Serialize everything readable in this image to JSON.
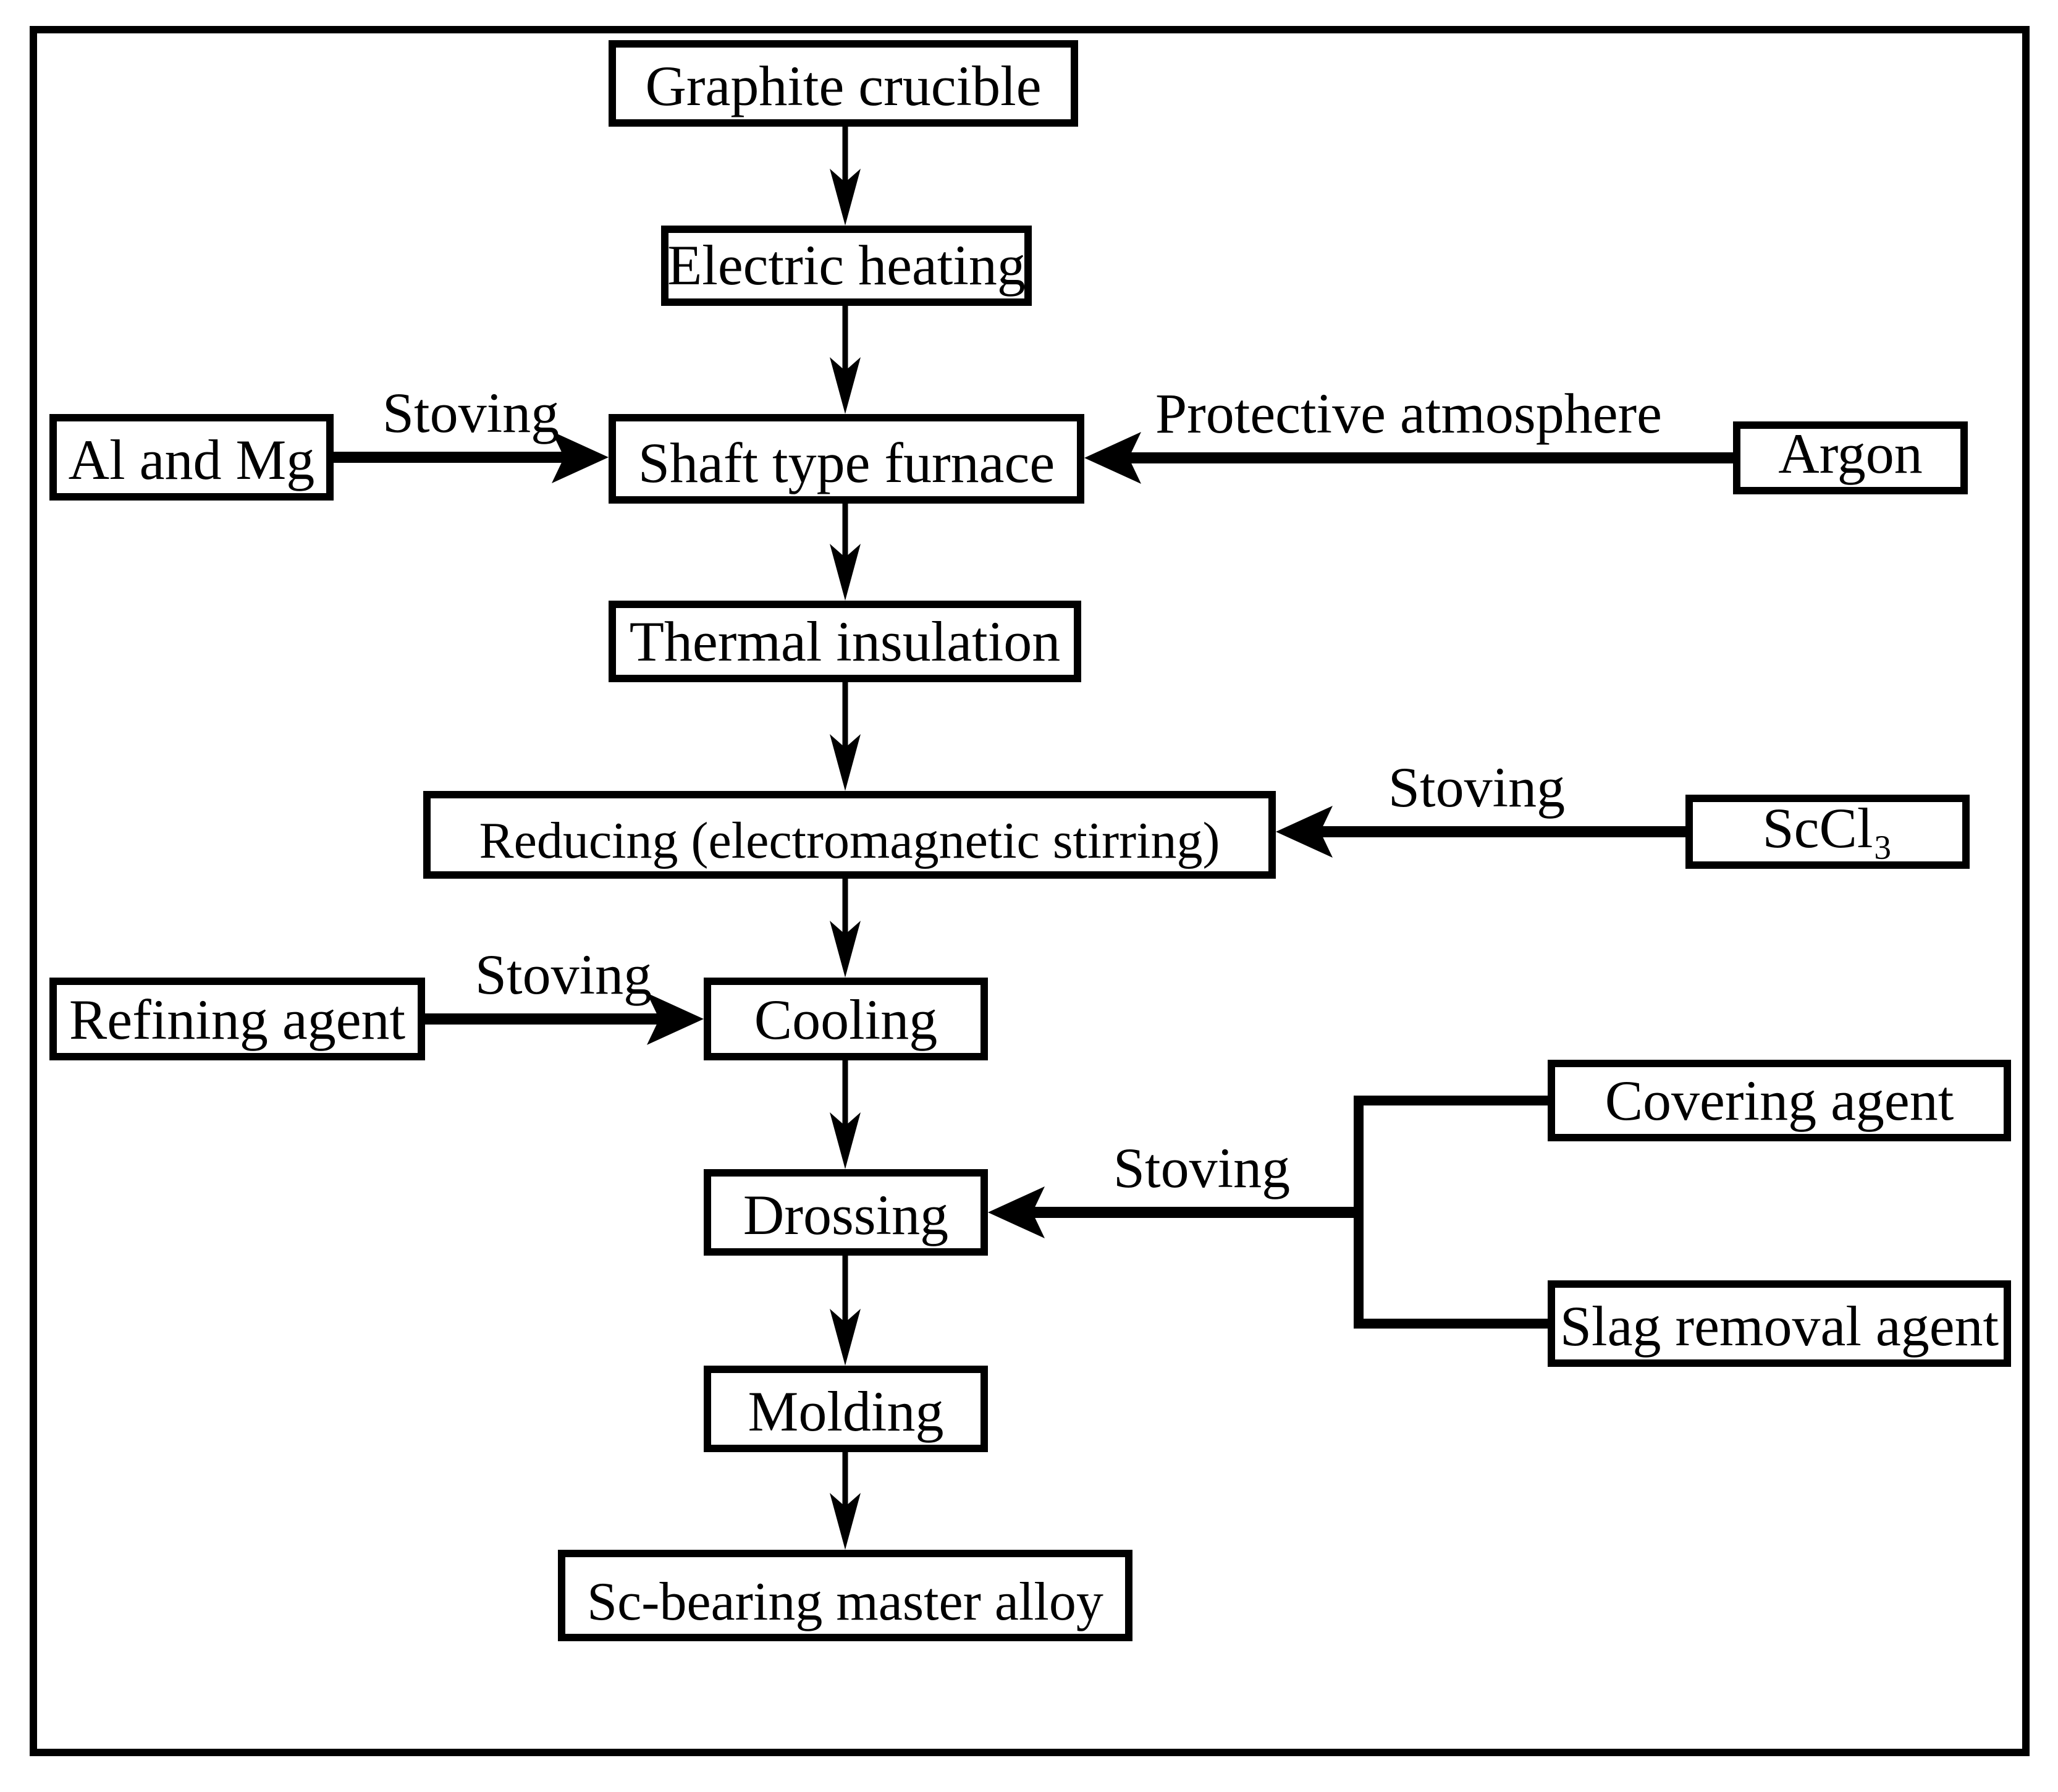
{
  "nodes": {
    "graphite_crucible": {
      "label": "Graphite crucible"
    },
    "electric_heating": {
      "label": "Electric heating"
    },
    "al_and_mg": {
      "label": "Al and Mg"
    },
    "shaft_type_furnace": {
      "label": "Shaft type furnace"
    },
    "argon": {
      "label": "Argon"
    },
    "thermal_insulation": {
      "label": "Thermal insulation"
    },
    "reducing": {
      "label": "Reducing (electromagnetic stirring)"
    },
    "sccl3": {
      "label": "ScCl₃"
    },
    "refining_agent": {
      "label": "Refining agent"
    },
    "cooling": {
      "label": "Cooling"
    },
    "drossing": {
      "label": "Drossing"
    },
    "covering_agent": {
      "label": "Covering agent"
    },
    "slag_removal_agent": {
      "label": "Slag removal agent"
    },
    "molding": {
      "label": "Molding"
    },
    "sc_bearing_master_alloy": {
      "label": "Sc-bearing master alloy"
    }
  },
  "edges": [
    {
      "from": "graphite_crucible",
      "to": "electric_heating",
      "label": ""
    },
    {
      "from": "electric_heating",
      "to": "shaft_type_furnace",
      "label": ""
    },
    {
      "from": "al_and_mg",
      "to": "shaft_type_furnace",
      "label": "Stoving"
    },
    {
      "from": "argon",
      "to": "shaft_type_furnace",
      "label": "Protective atmosphere"
    },
    {
      "from": "shaft_type_furnace",
      "to": "thermal_insulation",
      "label": ""
    },
    {
      "from": "thermal_insulation",
      "to": "reducing",
      "label": ""
    },
    {
      "from": "sccl3",
      "to": "reducing",
      "label": "Stoving"
    },
    {
      "from": "reducing",
      "to": "cooling",
      "label": ""
    },
    {
      "from": "refining_agent",
      "to": "cooling",
      "label": "Stoving"
    },
    {
      "from": "cooling",
      "to": "drossing",
      "label": ""
    },
    {
      "from": "covering_agent, slag_removal_agent",
      "to": "drossing",
      "label": "Stoving"
    },
    {
      "from": "drossing",
      "to": "molding",
      "label": ""
    },
    {
      "from": "molding",
      "to": "sc_bearing_master_alloy",
      "label": ""
    }
  ],
  "colors": {
    "line": "#000000",
    "background": "#ffffff"
  }
}
